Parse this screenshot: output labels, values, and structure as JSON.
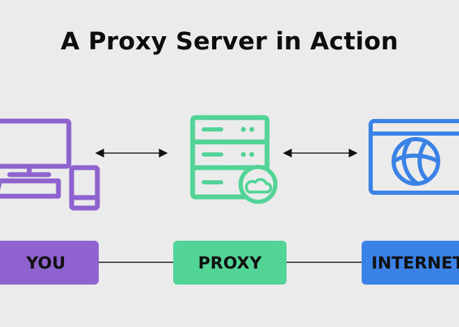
{
  "title": "A Proxy Server in Action",
  "nodes": {
    "you": {
      "label": "YOU",
      "color": "#8e63cf"
    },
    "proxy": {
      "label": "PROXY",
      "color": "#52d497"
    },
    "internet": {
      "label": "INTERNET",
      "color": "#3b82e6"
    }
  },
  "icons": {
    "you": "desktop-computer-and-phone-icon",
    "proxy": "server-with-cloud-icon",
    "internet": "browser-window-globe-icon"
  },
  "colors": {
    "background": "#ebebeb",
    "arrow": "#111111"
  }
}
